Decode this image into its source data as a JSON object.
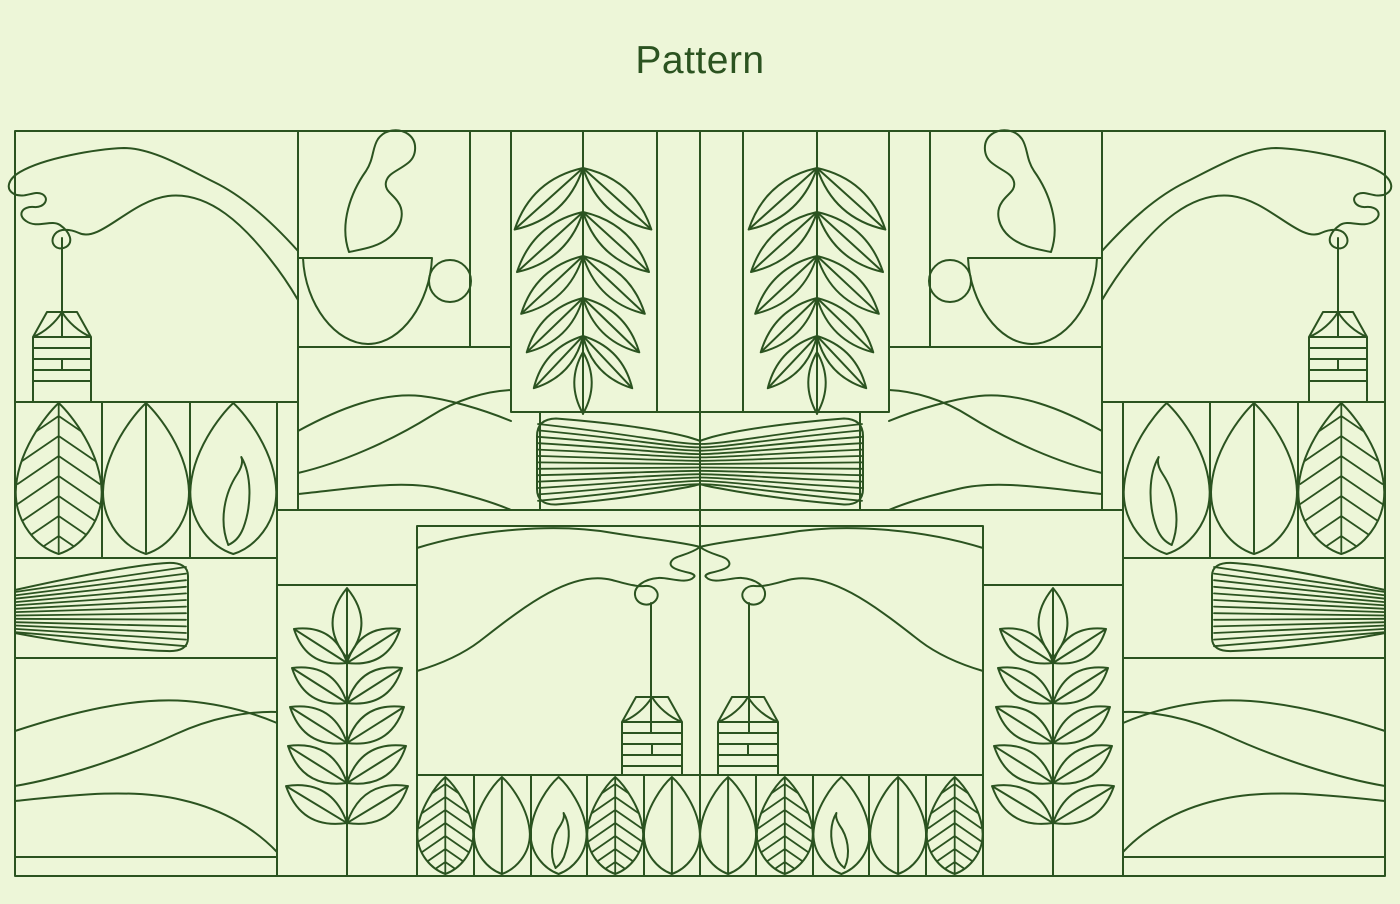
{
  "page": {
    "title": "Pattern"
  },
  "colors": {
    "background": "#edf6d8",
    "line": "#2b5320"
  },
  "illustration": {
    "theme": "tea ceremony line-art pattern, mirrored left/right",
    "motifs": [
      "hand-dangling-tea-bag",
      "steaming-tea-cup",
      "fern-sprig",
      "leaf-herringbone-veins",
      "leaf-plain-midrib",
      "leaf-with-flame",
      "rolling-hills",
      "rolled-mat-fan",
      "bow-tie-fan",
      "reaching-hands-with-tea-bags",
      "leafy-branch",
      "bottom-leaf-row"
    ]
  }
}
